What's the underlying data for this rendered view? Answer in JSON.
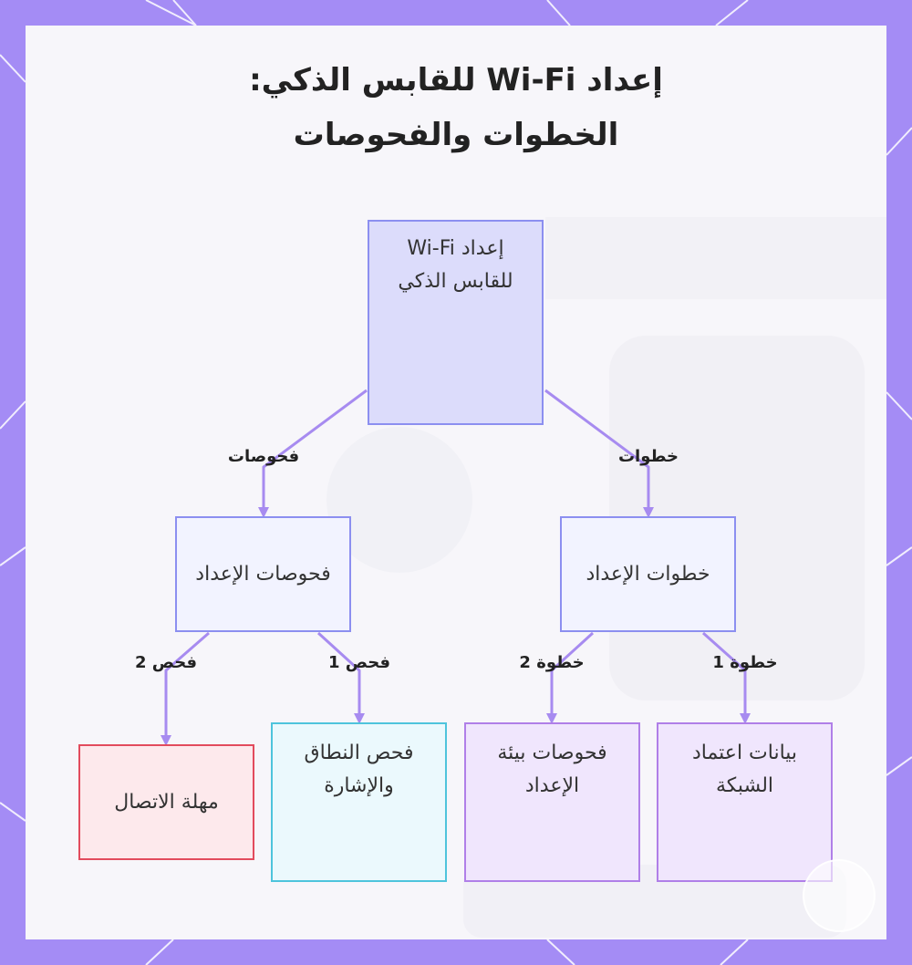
{
  "title_line1": "إعداد Wi-Fi للقابس الذكي:",
  "title_line2": "الخطوات والفحوصات",
  "nodes": {
    "root": "إعداد Wi-Fi للقابس الذكي",
    "steps": "خطوات الإعداد",
    "checks": "فحوصات الإعداد",
    "credentials": "بيانات اعتماد الشبكة",
    "env_checks": "فحوصات بيئة الإعداد",
    "range": "فحص النطاق والإشارة",
    "timeout": "مهلة الاتصال"
  },
  "edge_labels": {
    "to_steps": "خطوات",
    "to_checks": "فحوصات",
    "step1": "خطوة 1",
    "step2": "خطوة 2",
    "check1": "فحص 1",
    "check2": "فحص 2"
  },
  "colors": {
    "frame": "#a48cf5",
    "edge": "#a78bf0",
    "root_fill": "#dcdcfb",
    "root_border": "#8c8ff0",
    "purple_leaf_border": "#b07fe8",
    "cyan_leaf_border": "#4ec4dc",
    "red_leaf_border": "#e24b5d"
  }
}
